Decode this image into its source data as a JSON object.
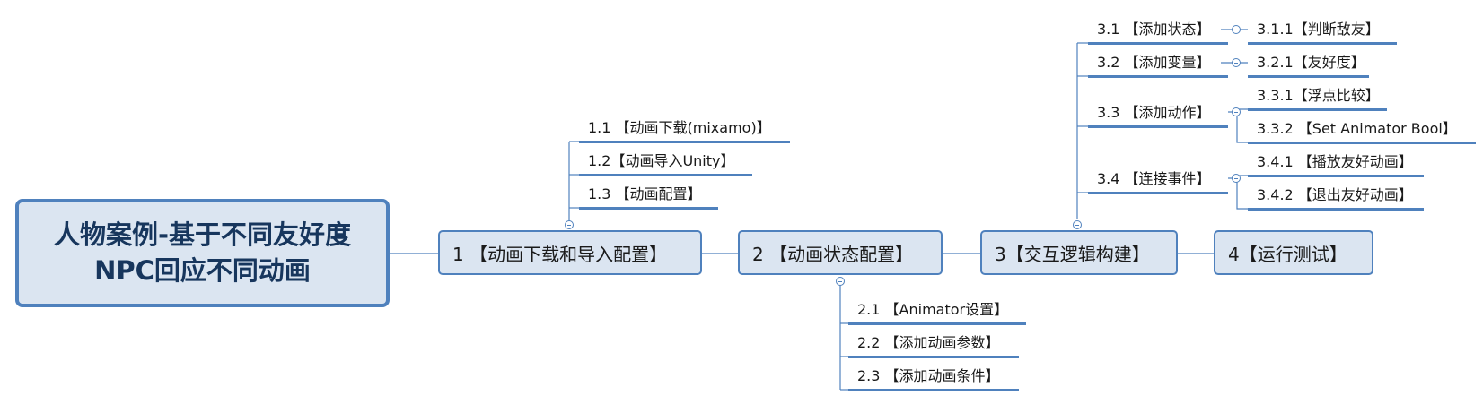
{
  "root": {
    "line1": "人物案例-基于不同友好度",
    "line2": "NPC回应不同动画"
  },
  "main": [
    {
      "label": "1 【动画下载和导入配置】"
    },
    {
      "label": "2 【动画状态配置】"
    },
    {
      "label": "3【交互逻辑构建】"
    },
    {
      "label": "4【运行测试】"
    }
  ],
  "branch1": {
    "items": [
      {
        "label": "1.1 【动画下载(mixamo)】"
      },
      {
        "label": "1.2【动画导入Unity】"
      },
      {
        "label": "1.3 【动画配置】"
      }
    ]
  },
  "branch2": {
    "items": [
      {
        "label": "2.1 【Animator设置】"
      },
      {
        "label": "2.2 【添加动画参数】"
      },
      {
        "label": "2.3 【添加动画条件】"
      }
    ]
  },
  "branch3": {
    "items": [
      {
        "label": "3.1 【添加状态】",
        "children": [
          {
            "label": "3.1.1【判断敌友】"
          }
        ]
      },
      {
        "label": "3.2 【添加变量】",
        "children": [
          {
            "label": "3.2.1【友好度】"
          }
        ]
      },
      {
        "label": "3.3 【添加动作】",
        "children": [
          {
            "label": "3.3.1【浮点比较】"
          },
          {
            "label": "3.3.2 【Set Animator Bool】"
          }
        ]
      },
      {
        "label": "3.4 【连接事件】",
        "children": [
          {
            "label": "3.4.1 【播放友好动画】"
          },
          {
            "label": "3.4.2 【退出友好动画】"
          }
        ]
      }
    ]
  },
  "colors": {
    "line": "#4f81bd",
    "fill": "#dbe5f1",
    "root_text": "#17365d"
  }
}
